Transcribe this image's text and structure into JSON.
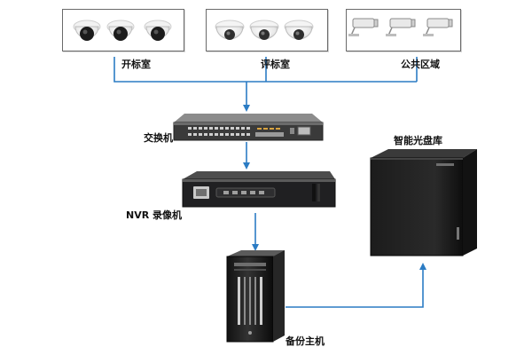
{
  "diagram": {
    "groups": [
      {
        "label": "开标室",
        "camera_icon": "dome-camera-black-icon"
      },
      {
        "label": "评标室",
        "camera_icon": "dome-camera-white-icon"
      },
      {
        "label": "公共区域",
        "camera_icon": "bullet-camera-icon"
      }
    ],
    "devices": {
      "switch": "交换机",
      "nvr": "NVR 录像机",
      "backup": "备份主机",
      "optical": "智能光盘库"
    },
    "colors": {
      "connector": "#2b7cc4",
      "device_dark": "#1d1d1f",
      "box_border": "#6a6a6a"
    }
  }
}
